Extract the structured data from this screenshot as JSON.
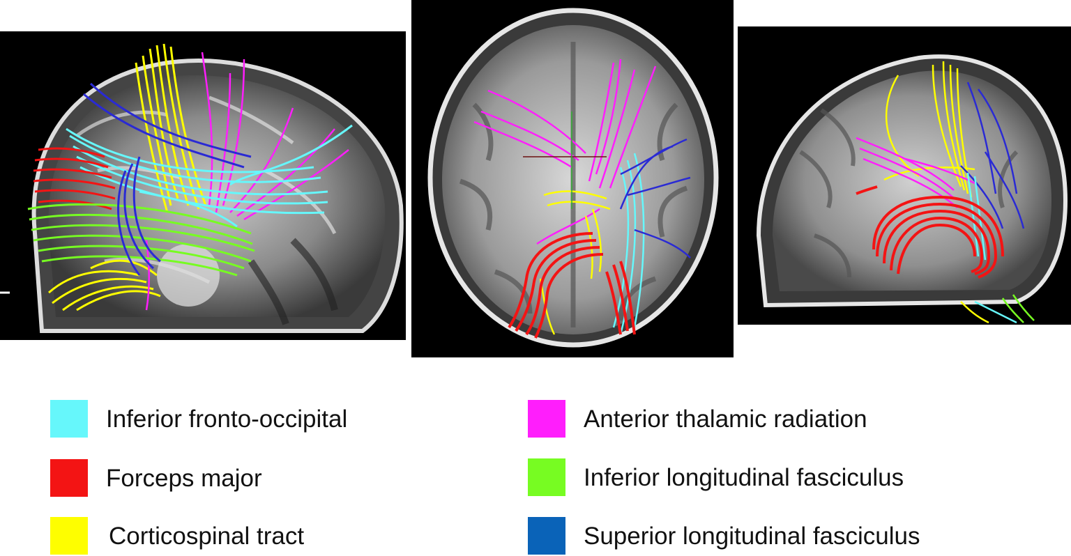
{
  "panels": [
    {
      "view": "sagittal"
    },
    {
      "view": "axial"
    },
    {
      "view": "oblique"
    }
  ],
  "legend": {
    "items": [
      {
        "label": "Inferior fronto-occipital",
        "color": "#66f7fb"
      },
      {
        "label": "Forceps major",
        "color": "#f31414"
      },
      {
        "label": "Corticospinal tract",
        "color": "#fefe00"
      },
      {
        "label": "Anterior thalamic radiation",
        "color": "#ff1efc"
      },
      {
        "label": "Inferior longitudinal fasciculus",
        "color": "#77fc22"
      },
      {
        "label": "Superior longitudinal fasciculus",
        "color": "#0a63b8"
      }
    ]
  }
}
